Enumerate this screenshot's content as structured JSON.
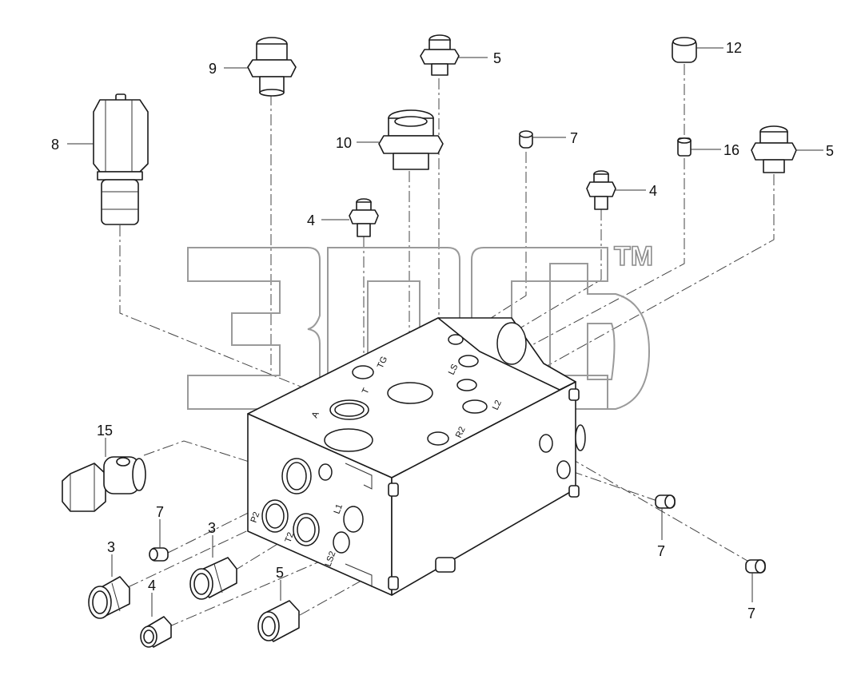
{
  "watermark": {
    "mark": "TM"
  },
  "corner_mark": "",
  "callouts": [
    {
      "id": "c8",
      "label": "8"
    },
    {
      "id": "c9",
      "label": "9"
    },
    {
      "id": "c5a",
      "label": "5"
    },
    {
      "id": "c12",
      "label": "12"
    },
    {
      "id": "c10",
      "label": "10"
    },
    {
      "id": "c7a",
      "label": "7"
    },
    {
      "id": "c16",
      "label": "16"
    },
    {
      "id": "c5b",
      "label": "5"
    },
    {
      "id": "c4a",
      "label": "4"
    },
    {
      "id": "c4b",
      "label": "4"
    },
    {
      "id": "c15",
      "label": "15"
    },
    {
      "id": "c7b",
      "label": "7"
    },
    {
      "id": "c3a",
      "label": "3"
    },
    {
      "id": "c3b",
      "label": "3"
    },
    {
      "id": "c4c",
      "label": "4"
    },
    {
      "id": "c5c",
      "label": "5"
    },
    {
      "id": "c7c",
      "label": "7"
    },
    {
      "id": "c7d",
      "label": "7"
    }
  ],
  "port_labels": {
    "tg": "TG",
    "t": "T",
    "a": "A",
    "ls": "LS",
    "l2": "L2",
    "r2": "R2",
    "p2": "P2",
    "t2": "T2",
    "l1": "L1",
    "ls2": "LS2"
  },
  "colors": {
    "line": "#1a1a1a",
    "watermark": "#9a9a9a",
    "background": "#ffffff"
  }
}
